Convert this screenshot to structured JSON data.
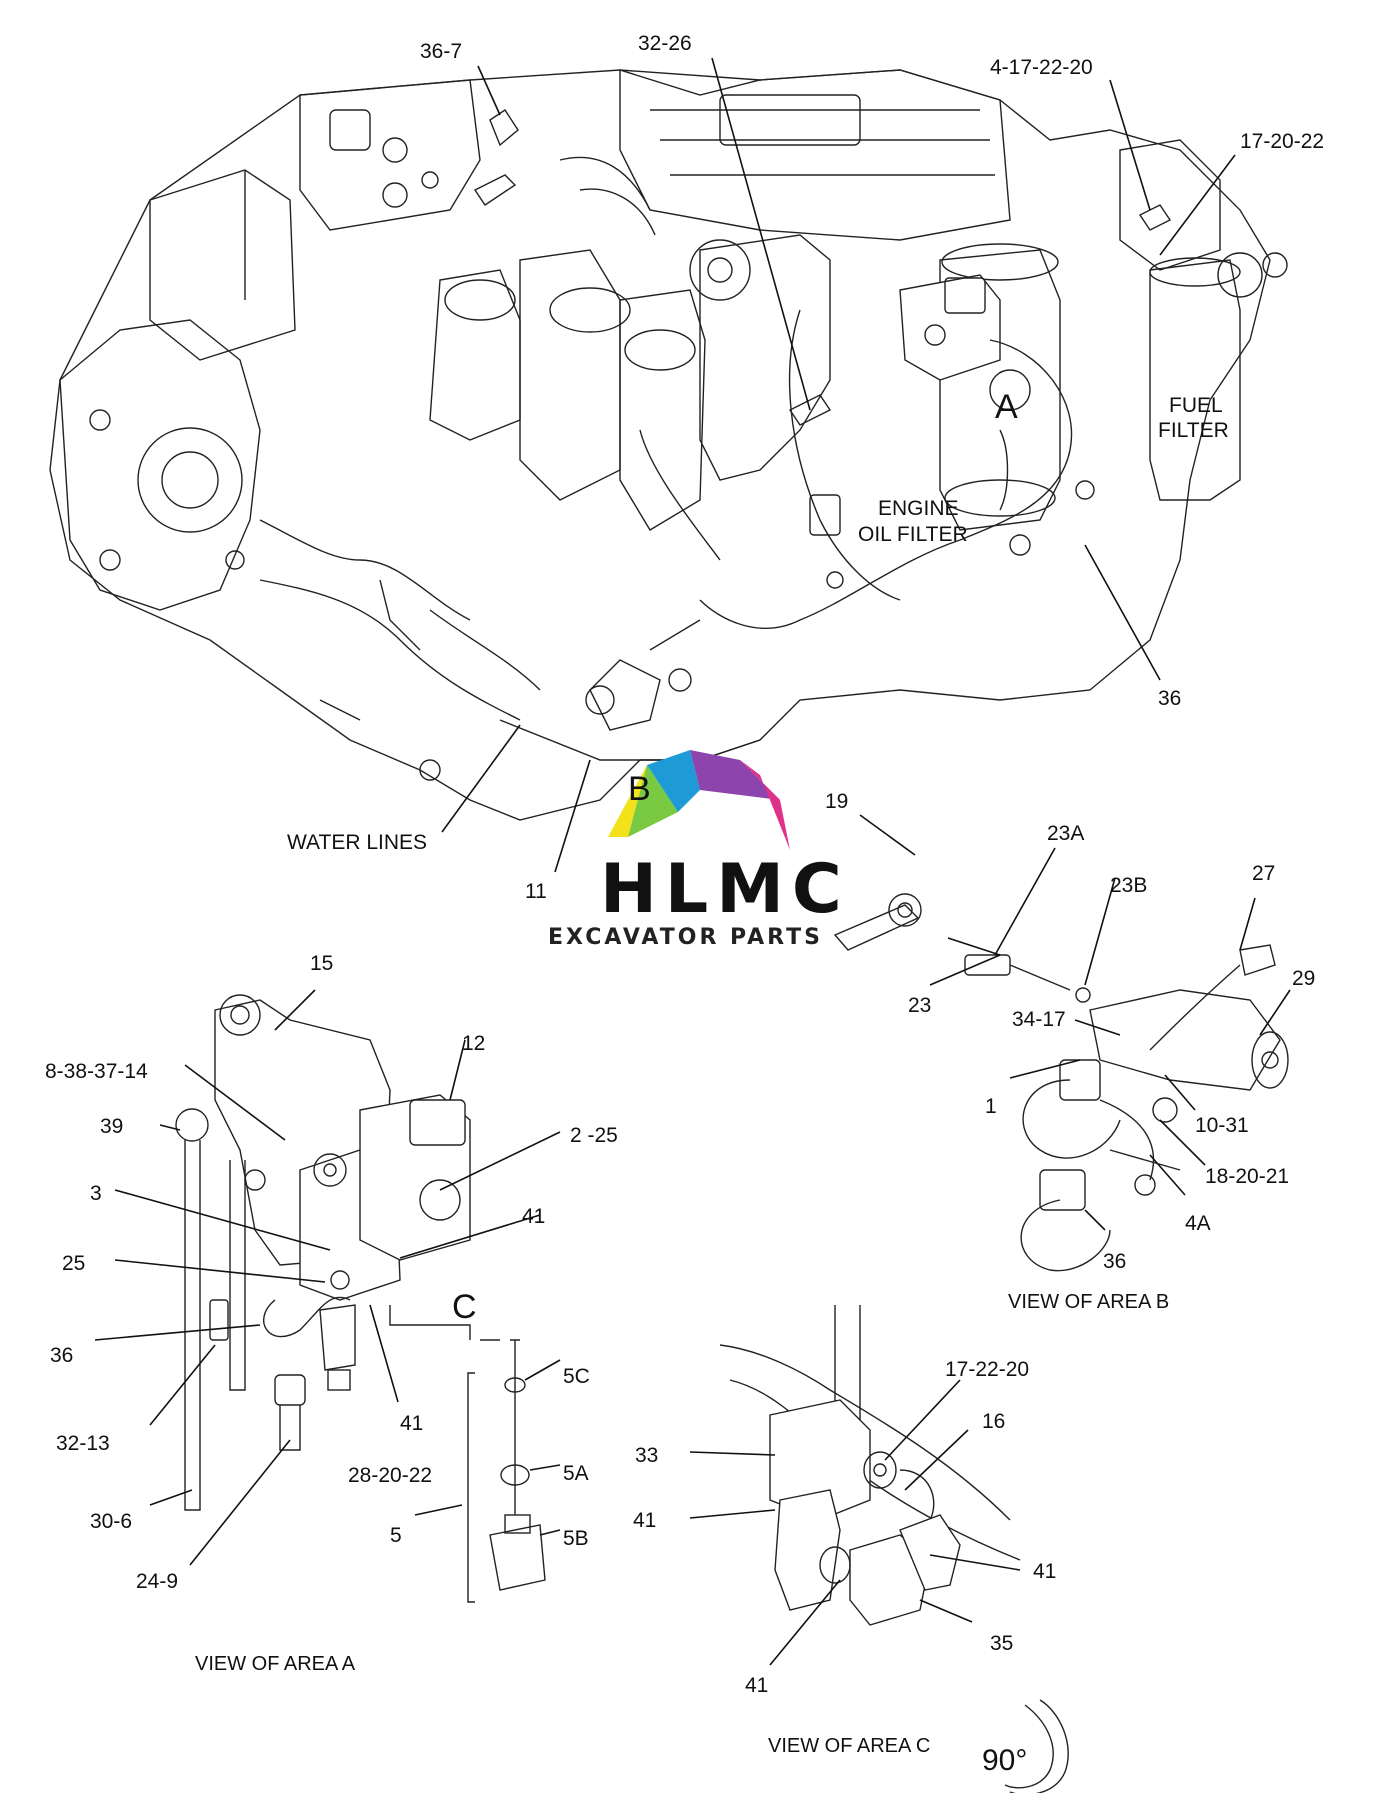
{
  "callouts": [
    {
      "id": "c-36-7",
      "text": "36-7"
    },
    {
      "id": "c-32-26",
      "text": "32-26"
    },
    {
      "id": "c-4-17-22-20",
      "text": "4-17-22-20"
    },
    {
      "id": "c-17-20-22",
      "text": "17-20-22"
    },
    {
      "id": "c-fuel",
      "text": "FUEL"
    },
    {
      "id": "c-filter",
      "text": "FILTER"
    },
    {
      "id": "c-area-a-letter",
      "text": "A"
    },
    {
      "id": "c-engine",
      "text": "ENGINE"
    },
    {
      "id": "c-oil-filter",
      "text": "OIL FILTER"
    },
    {
      "id": "c-36-top",
      "text": "36"
    },
    {
      "id": "c-water-lines",
      "text": "WATER LINES"
    },
    {
      "id": "c-area-b-letter",
      "text": "B"
    },
    {
      "id": "c-11",
      "text": "11"
    },
    {
      "id": "c-19",
      "text": "19"
    },
    {
      "id": "c-23a",
      "text": "23A"
    },
    {
      "id": "c-23b",
      "text": "23B"
    },
    {
      "id": "c-27",
      "text": "27"
    },
    {
      "id": "c-23",
      "text": "23"
    },
    {
      "id": "c-29",
      "text": "29"
    },
    {
      "id": "c-34-17",
      "text": "34-17"
    },
    {
      "id": "c-1",
      "text": "1"
    },
    {
      "id": "c-10-31",
      "text": "10-31"
    },
    {
      "id": "c-18-20-21",
      "text": "18-20-21"
    },
    {
      "id": "c-4a",
      "text": "4A"
    },
    {
      "id": "c-36-b",
      "text": "36"
    },
    {
      "id": "c-15",
      "text": "15"
    },
    {
      "id": "c-12",
      "text": "12"
    },
    {
      "id": "c-8-38-37-14",
      "text": "8-38-37-14"
    },
    {
      "id": "c-39",
      "text": "39"
    },
    {
      "id": "c-2-25",
      "text": "2 -25"
    },
    {
      "id": "c-3",
      "text": "3"
    },
    {
      "id": "c-41-a1",
      "text": "41"
    },
    {
      "id": "c-25",
      "text": "25"
    },
    {
      "id": "c-area-c-letter",
      "text": "C"
    },
    {
      "id": "c-36-a",
      "text": "36"
    },
    {
      "id": "c-41-a2",
      "text": "41"
    },
    {
      "id": "c-5c",
      "text": "5C"
    },
    {
      "id": "c-32-13",
      "text": "32-13"
    },
    {
      "id": "c-28-20-22",
      "text": "28-20-22"
    },
    {
      "id": "c-5a",
      "text": "5A"
    },
    {
      "id": "c-30-6",
      "text": "30-6"
    },
    {
      "id": "c-5",
      "text": "5"
    },
    {
      "id": "c-5b",
      "text": "5B"
    },
    {
      "id": "c-24-9",
      "text": "24-9"
    },
    {
      "id": "c-17-22-20",
      "text": "17-22-20"
    },
    {
      "id": "c-16",
      "text": "16"
    },
    {
      "id": "c-33",
      "text": "33"
    },
    {
      "id": "c-41-c1",
      "text": "41"
    },
    {
      "id": "c-41-c2",
      "text": "41"
    },
    {
      "id": "c-35",
      "text": "35"
    },
    {
      "id": "c-41-c3",
      "text": "41"
    },
    {
      "id": "c-90",
      "text": "90°"
    }
  ],
  "captions": {
    "view_a": "VIEW OF AREA  A",
    "view_b": "VIEW OF AREA  B",
    "view_c": "VIEW OF AREA  C"
  },
  "logo": {
    "title": "HLMC",
    "subtitle": "EXCAVATOR PARTS",
    "colors": {
      "yellow": "#f2e21a",
      "green": "#7ac943",
      "blue": "#1e9bd7",
      "purple": "#8e44ad",
      "magenta": "#e0318a"
    }
  }
}
